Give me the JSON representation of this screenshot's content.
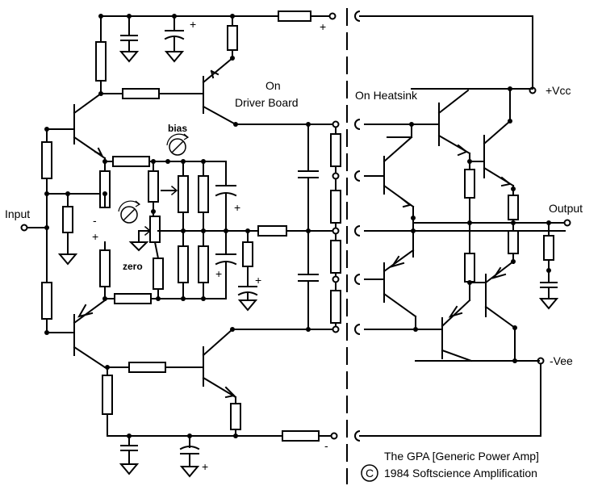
{
  "labels": {
    "on_driver_board_1": "On",
    "on_driver_board_2": "Driver Board",
    "on_heatsink": "On Heatsink",
    "vcc": "+Vcc",
    "vee": "-Vee",
    "input": "Input",
    "output": "Output",
    "bias": "bias",
    "zero": "zero",
    "title": "The GPA [Generic Power Amp]",
    "copyright_symbol": "C",
    "copyright": "1984 Softscience Amplification"
  },
  "signs": {
    "plus": "+",
    "minus": "-"
  }
}
